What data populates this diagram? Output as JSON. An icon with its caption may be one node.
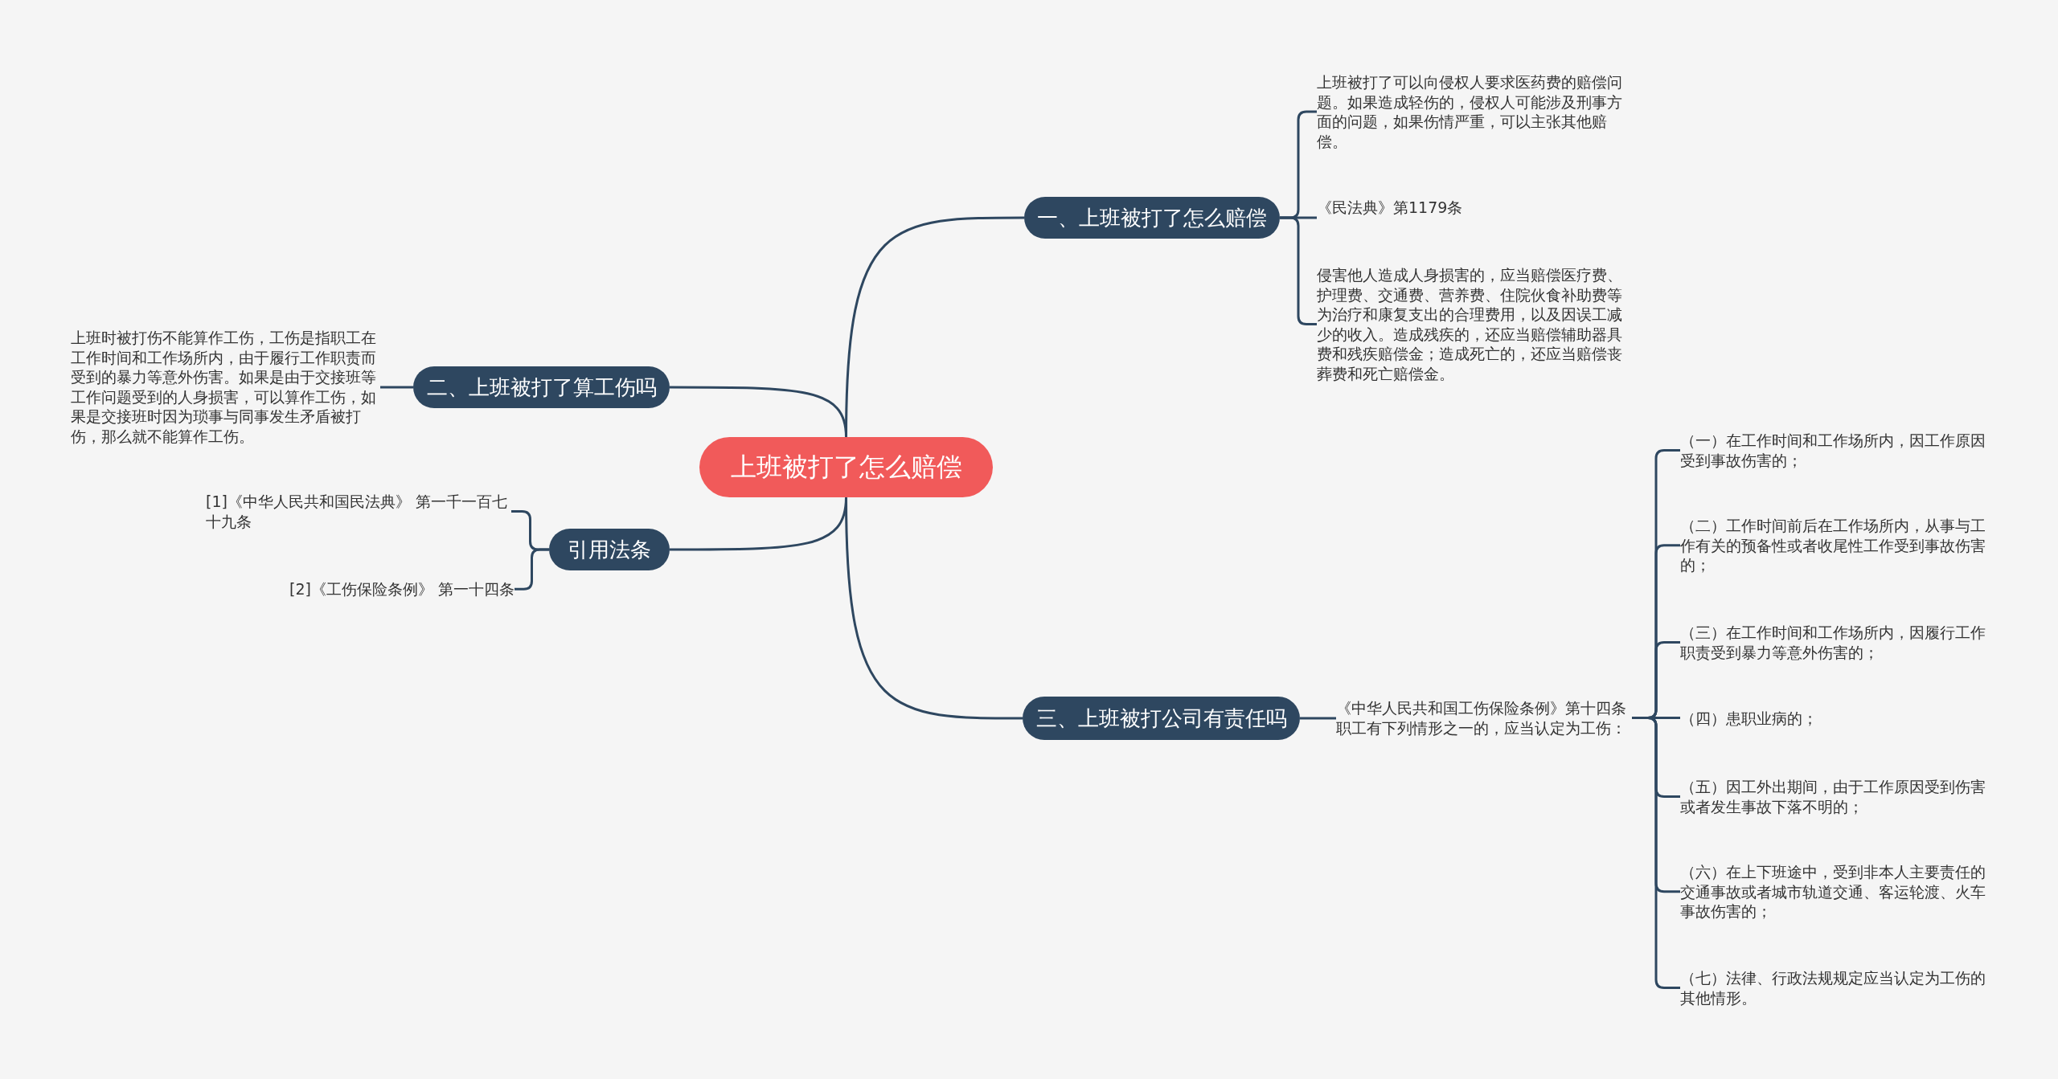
{
  "diagram": {
    "nodes": [
      {
        "text": [
          "上班被打了怎么赔偿"
        ]
      },
      {
        "text": [
          "一、上班被打了怎么赔偿"
        ]
      },
      {
        "text": [
          "上班被打了可以向侵权人要求医药费的赔偿问题。如果造成轻伤的，侵权人可能涉及刑事方面的问题，如果伤情严重，可以主张其他赔偿。"
        ]
      },
      {
        "text": [
          "《民法典》第1179条"
        ]
      },
      {
        "text": [
          "侵害他人造成人身损害的，应当赔偿医疗费、护理费、交通费、营养费、住院伙食补助费等为治疗和康复支出的合理费用，以及因误工减少的收入。造成残疾的，还应当赔偿辅助器具费和残疾赔偿金；造成死亡的，还应当赔偿丧葬费和死亡赔偿金。"
        ]
      },
      {
        "text": [
          "二、上班被打了算工伤吗"
        ]
      },
      {
        "text": [
          "上班时被打伤不能算作工伤，工伤是指职工在工作时间和工作场所内，由于履行工作职责而受到的暴力等意外伤害。如果是由于交接班等工作问题受到的人身损害，可以算作工伤，如果是交接班时因为琐事与同事发生矛盾被打伤，那么就不能算作工伤。"
        ]
      },
      {
        "text": [
          "引用法条"
        ]
      },
      {
        "text": [
          "[1]《中华人民共和国民法典》 第一千一百七十九条"
        ]
      },
      {
        "text": [
          "[2]《工伤保险条例》 第一十四条"
        ]
      },
      {
        "text": [
          "三、上班被打公司有责任吗"
        ]
      },
      {
        "text": [
          "《中华人民共和国工伤保险条例》第十四条职工有下列情形之一的，应当认定为工伤："
        ]
      },
      {
        "text": [
          "（一）在工作时间和工作场所内，因工作原因受到事故伤害的；"
        ]
      },
      {
        "text": [
          "（二）工作时间前后在工作场所内，从事与工作有关的预备性或者收尾性工作受到事故伤害的；"
        ]
      },
      {
        "text": [
          "（三）在工作时间和工作场所内，因履行工作职责受到暴力等意外伤害的；"
        ]
      },
      {
        "text": [
          "（四）患职业病的；"
        ]
      },
      {
        "text": [
          "（五）因工外出期间，由于工作原因受到伤害或者发生事故下落不明的；"
        ]
      },
      {
        "text": [
          "（六）在上下班途中，受到非本人主要责任的交通事故或者城市轨道交通、客运轮渡、火车事故伤害的；"
        ]
      },
      {
        "text": [
          "（七）法律、行政法规规定应当认定为工伤的其他情形。"
        ]
      }
    ],
    "edges": [
      {
        "from": 0,
        "to": 1,
        "arrow": "none"
      },
      {
        "from": 1,
        "to": 2,
        "arrow": "none"
      },
      {
        "from": 1,
        "to": 3,
        "arrow": "none"
      },
      {
        "from": 1,
        "to": 4,
        "arrow": "none"
      },
      {
        "from": 0,
        "to": 5,
        "arrow": "none"
      },
      {
        "from": 5,
        "to": 6,
        "arrow": "none"
      },
      {
        "from": 0,
        "to": 7,
        "arrow": "none"
      },
      {
        "from": 7,
        "to": 8,
        "arrow": "none"
      },
      {
        "from": 7,
        "to": 9,
        "arrow": "none"
      },
      {
        "from": 0,
        "to": 10,
        "arrow": "none"
      },
      {
        "from": 10,
        "to": 11,
        "arrow": "none"
      },
      {
        "from": 11,
        "to": 12,
        "arrow": "none"
      },
      {
        "from": 11,
        "to": 13,
        "arrow": "none"
      },
      {
        "from": 11,
        "to": 14,
        "arrow": "none"
      },
      {
        "from": 11,
        "to": 15,
        "arrow": "none"
      },
      {
        "from": 11,
        "to": 16,
        "arrow": "none"
      },
      {
        "from": 11,
        "to": 17,
        "arrow": "none"
      },
      {
        "from": 11,
        "to": 18,
        "arrow": "none"
      }
    ]
  }
}
